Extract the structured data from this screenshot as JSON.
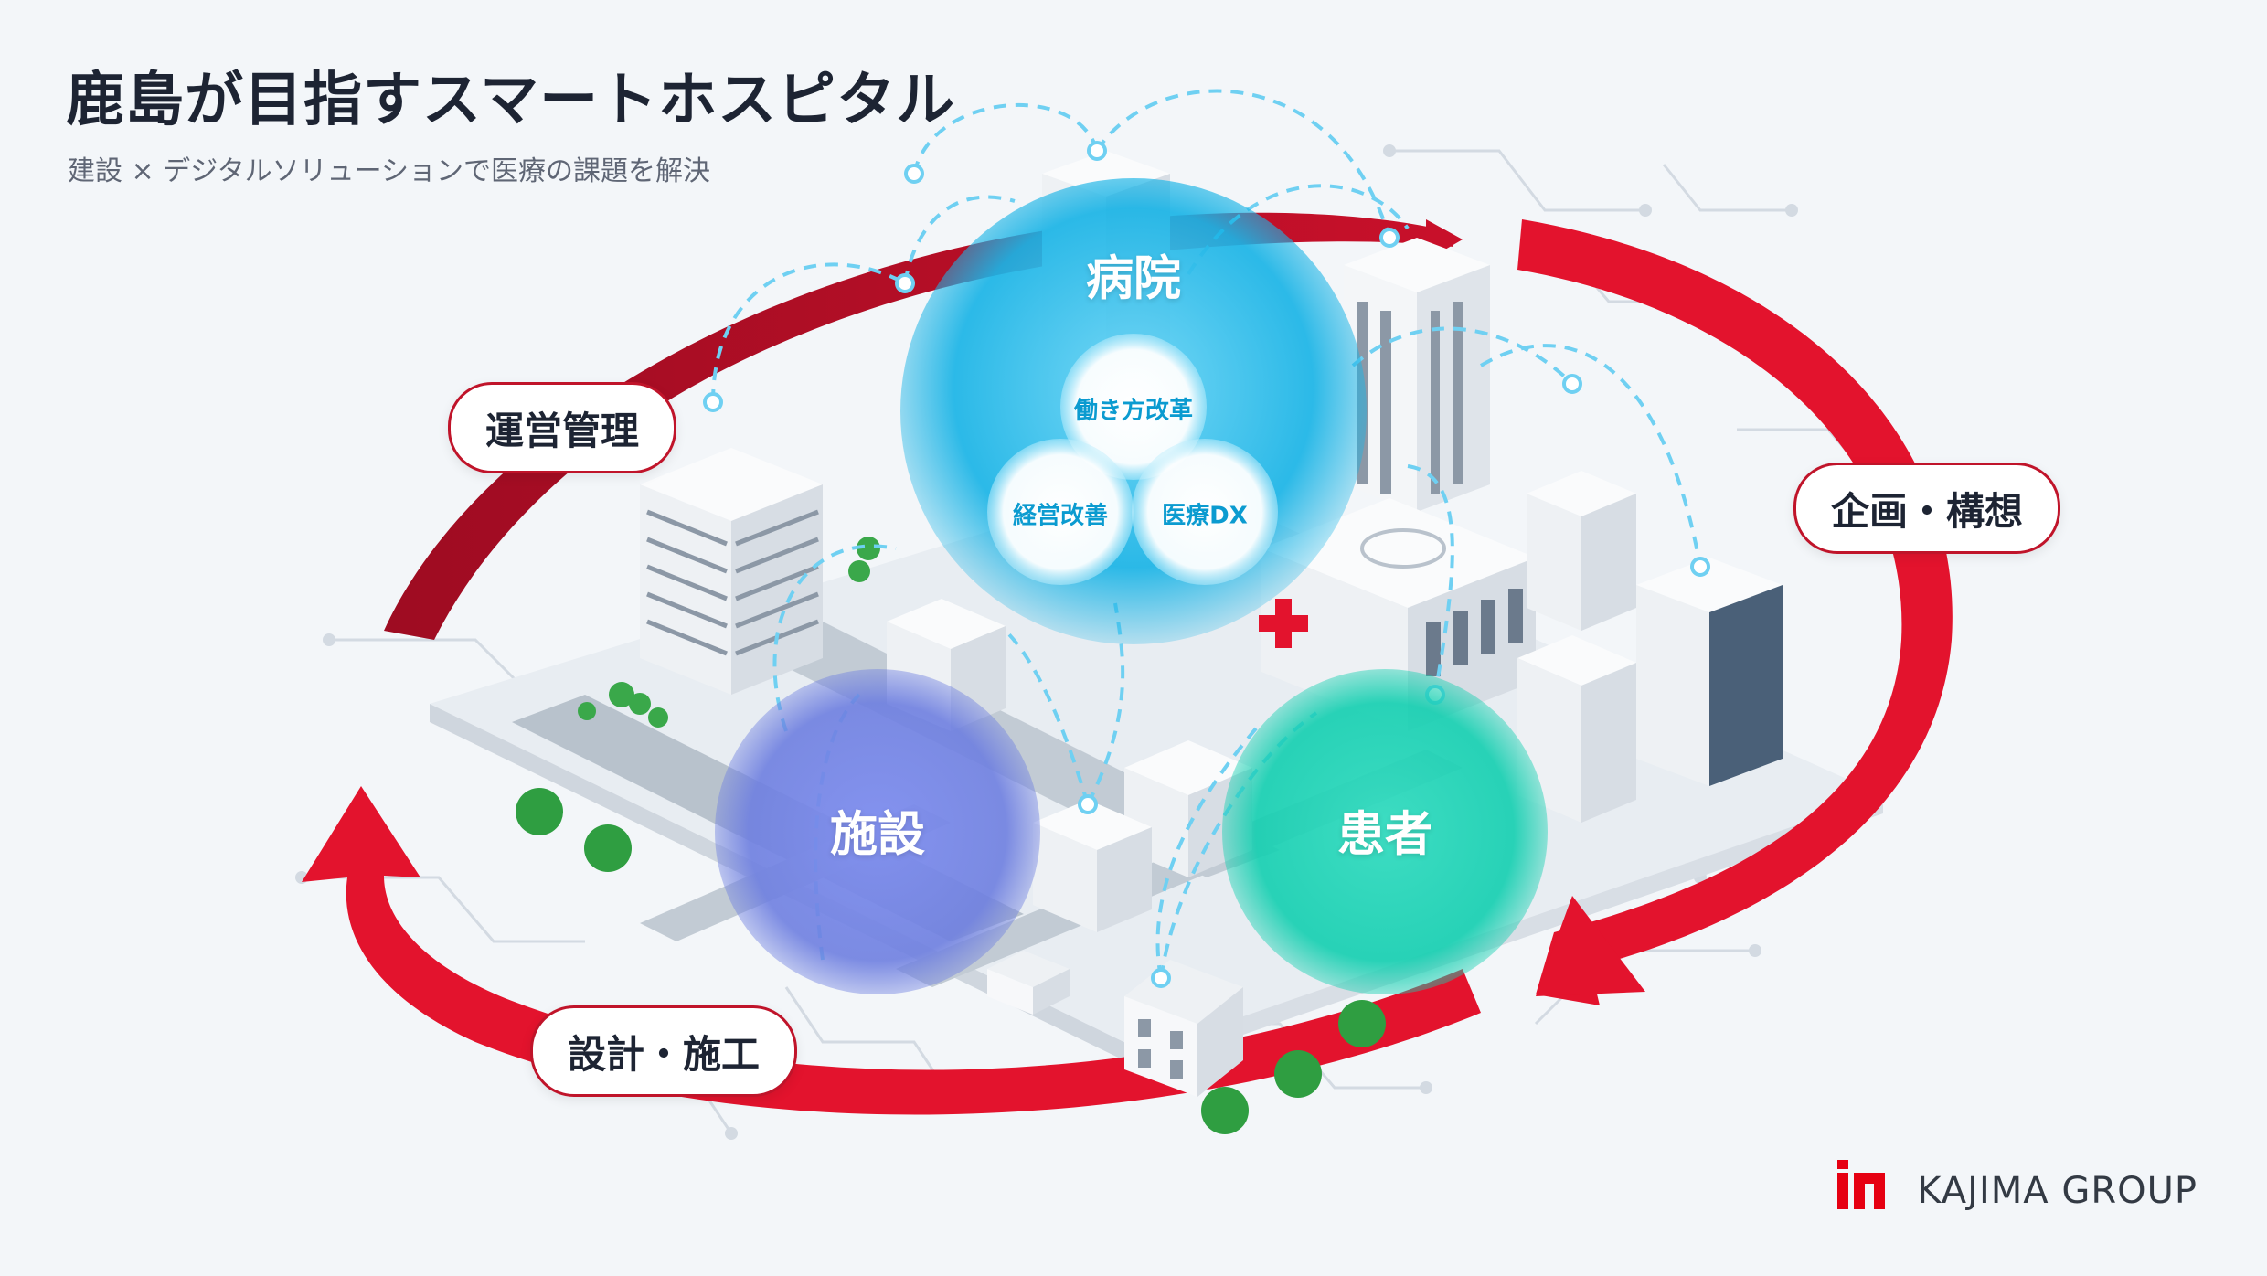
{
  "header": {
    "title": "鹿島が目指すスマートホスピタル",
    "subtitle": "建設 × デジタルソリューションで医療の課題を解決"
  },
  "cycle_stages": [
    {
      "id": "planning",
      "label": "企画・構想"
    },
    {
      "id": "design",
      "label": "設計・施工"
    },
    {
      "id": "operation",
      "label": "運営管理"
    }
  ],
  "domains": {
    "hospital": {
      "label": "病院",
      "color": "#1ab4e6",
      "sub_items": [
        {
          "label": "働き方改革"
        },
        {
          "label": "経営改善"
        },
        {
          "label": "医療DX"
        }
      ]
    },
    "facility": {
      "label": "施設",
      "color": "#6e7fe0"
    },
    "patient": {
      "label": "患者",
      "color": "#12cfb0"
    }
  },
  "logo": {
    "text": "KAJIMA GROUP",
    "color": "#e60012"
  },
  "colors": {
    "cycle_arrow": "#e3132d",
    "cycle_arrow_dark": "#b0102a",
    "network_line": "#6fd0f2",
    "background": "#f3f6f9"
  }
}
